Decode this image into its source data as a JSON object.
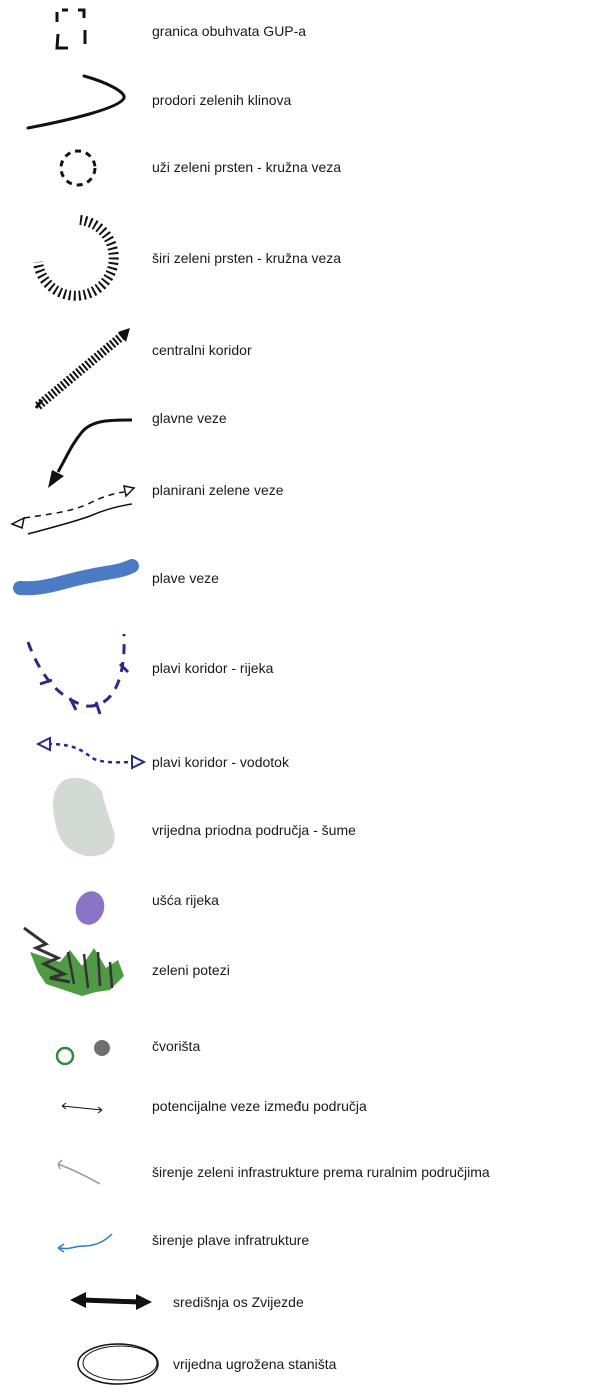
{
  "legend": {
    "items": [
      {
        "id": "gup-boundary",
        "label": "granica obuhvata GUP-a",
        "icon": "dashed-bracket-icon"
      },
      {
        "id": "green-wedges",
        "label": "prodori zelenih klinova",
        "icon": "wedge-curve-icon"
      },
      {
        "id": "inner-ring",
        "label": "uži zeleni prsten - kružna veza",
        "icon": "dashed-circle-icon"
      },
      {
        "id": "outer-ring",
        "label": "širi zeleni prsten - kružna veza",
        "icon": "hatched-arc-icon"
      },
      {
        "id": "central-corridor",
        "label": "centralni koridor",
        "icon": "hatched-arrow-icon"
      },
      {
        "id": "main-links",
        "label": "glavne veze",
        "icon": "curved-arrow-icon"
      },
      {
        "id": "planned-green-links",
        "label": "planirani zelene veze",
        "icon": "dashed-double-arrow-icon"
      },
      {
        "id": "blue-links",
        "label": "plave veze",
        "icon": "blue-wave-icon"
      },
      {
        "id": "blue-corridor-river",
        "label": "plavi koridor - rijeka",
        "icon": "blue-dashed-river-icon"
      },
      {
        "id": "blue-corridor-stream",
        "label": "plavi koridor - vodotok",
        "icon": "blue-dotted-arrow-icon"
      },
      {
        "id": "valuable-natural-areas",
        "label": "vrijedna priodna područja - šume",
        "icon": "gray-blob-icon"
      },
      {
        "id": "river-mouths",
        "label": "ušća rijeka",
        "icon": "purple-blob-icon"
      },
      {
        "id": "green-stretches",
        "label": "zeleni potezi",
        "icon": "green-grass-icon"
      },
      {
        "id": "nodes",
        "label": "čvorišta",
        "icon": "node-circles-icon"
      },
      {
        "id": "potential-links",
        "label": "potencijalne veze između područja",
        "icon": "thin-double-arrow-icon"
      },
      {
        "id": "green-infra-expansion",
        "label": "širenje zeleni infrastrukture prema ruralnim područjima",
        "icon": "gray-curved-arrow-icon"
      },
      {
        "id": "blue-infra-expansion",
        "label": "širenje plave infratrukture",
        "icon": "blue-curved-arrow-icon"
      },
      {
        "id": "central-axis",
        "label": "središnja os Zvijezde",
        "icon": "bold-double-arrow-icon"
      },
      {
        "id": "endangered-habitats",
        "label": "vrijedna ugrožena staništa",
        "icon": "double-ellipse-icon"
      }
    ]
  },
  "colors": {
    "text": "#1a1a1a",
    "black": "#111111",
    "blue_link": "#4a7bc4",
    "navy_corridor": "#2a2a8c",
    "forest_gray": "#d3d9d3",
    "mouth_purple": "#8a74c8",
    "grass_green": "#4f9a42",
    "node_green": "#2f8a3a",
    "node_gray": "#707070",
    "expansion_gray": "#9a9a9a",
    "expansion_blue": "#2f7ac0"
  }
}
